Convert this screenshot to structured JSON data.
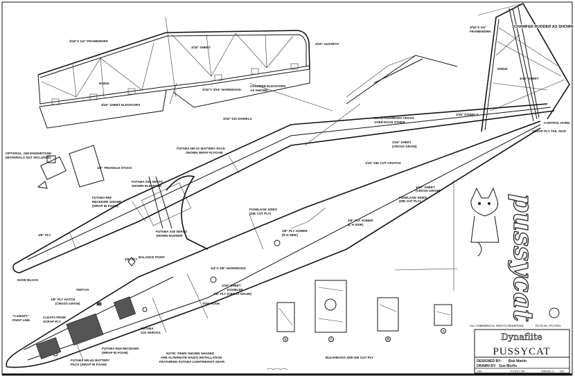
{
  "stabilizer": {
    "framework": "3/16\"X 1/4\" FRAMEWORK",
    "sheet": "3/16\" SHEET",
    "gussets": "3/16\" GUSSETS",
    "hinge": "HINGE",
    "hardwood": "3/16\"X 3/16\" HARDWOOD",
    "chamfer": "CHAMFER ELEVATORS",
    "chamfer2": "AS SHOWN",
    "elevators": "3/16\" SHEET ELEVATORS"
  },
  "fin": {
    "framework": "3/16\"X 1/4\"",
    "framework2": "FRAMEWORK",
    "chamfer": "CHAMFER RUDDER AS SHOWN",
    "hinge": "HINGE",
    "sheet": "3/16\" SHEET",
    "dowels": "1/16\" DOWELS",
    "control_horn": "CONTROL HORN",
    "tail_skid": "SCRAP PLY TAIL SKID"
  },
  "fuselage": {
    "dia_dowels": "3/16\" DIA DOWELS",
    "note_pushrods": "NOTE PUSHRODS CROSS",
    "note_pushrods2": "OVER EACH OTHER",
    "sheet_cross": "1/16\" SHEET",
    "cross_grain": "(CROSS GRAIN)",
    "die_cut_crutch": "1/16\" DIE CUT CRUTCH",
    "sheet_cross2": "1/16\" SHEET",
    "cross_grain2": "(CROSS GRAIN)",
    "sides_right": "FUSELAGE SIDES",
    "die_cut_ply": "(DIE CUT PLY)",
    "sides_mid": "FUSELAGE SIDES",
    "die_cut_ply2": "(DIE CUT PLY)",
    "ply_joiner_rh": "1/8\" PLY JOINER",
    "rh_side": "(L H SIDE)",
    "ply_joiner_lh": "1/8\" PLY JOINER",
    "lh_side": "(R H SIDE)",
    "engine_note": "OPTIONAL .049 ENGINE/TANK",
    "engine_note2": "(MATERIALS NOT INCLUDED)",
    "triangle": "1/4\" TRIANGLE STOCK",
    "battery_pack": "FUTABA NR-4C BATTERY PACK",
    "battery_pack2": "SHOWN WRAP IN FOAM",
    "servo_elev": "FUTABA S28 SERVO",
    "servo_elev2": "SHOWN ELEVATOR",
    "receiver": "FUTABA R5F",
    "receiver2": "RECEIVER SHOWN",
    "receiver3": "(WRAP IN FOAM)",
    "servo_rudder": "FUTABA S28 SERVO",
    "servo_rudder2": "SHOWN RUDDER",
    "ply_front": "1/8\" PLY",
    "nose_block": "NOSE BLOCK",
    "balance_point": "BALANCE POINT",
    "ply_lower": "1/8\" PLY",
    "hardwood": "1/4\"X 3/8\" HARDWOOD",
    "sheet_doubler": "1/16\" SHEET",
    "doubler": "DOUBLER",
    "ply_cross": "1/8\" PLY (CROSS GRAIN)",
    "tow_hook": "TOW HOOK",
    "switch": "SWITCH",
    "hatch": "1/8\" PLY HATCH",
    "hatch2": "(CROSS GRAIN)",
    "canopy": "\"CANOPY\"",
    "canopy2": "PAINT LINE",
    "cleats": "CLEATS FROM",
    "cleats2": "SCRAP PLY",
    "servos_s33": "FUTABA",
    "servos_s33b": "S33 SERVOS",
    "receiver_r4h": "FUTABA R4H RECEIVER",
    "receiver_r4h2": "(WRAP IN FOAM)",
    "battery_nr4g": "FUTABA NR-4G BATTERY",
    "battery_nr4g2": "PACK (WRAP IN FOAM)",
    "note1": "NOTE: ITEMS SHOWN SHADED",
    "note2": "ARE ALTERNATE RADIO INSTALLATION",
    "note3": "FEATURING FUTABA LIGHTWEIGHT GEAR"
  },
  "bulkheads": {
    "labels": [
      "D",
      "C",
      "B",
      "A"
    ],
    "note": "BULKHEADS ARE DIE CUT PLY"
  },
  "logo_text": "pussycat",
  "title_block": {
    "rights": "ALL COMMERCIAL RIGHTS RESERVED",
    "plan_no": "PLAN No. PCAT/91",
    "brand": "Dynaflite",
    "title": "PUSSYCAT",
    "designed_label": "DESIGNED BY:",
    "designed_by": "Bob Martin",
    "drawn_label": "DRAWN BY:",
    "drawn_by": "Gus Morfis",
    "year": "1991",
    "address": "PO BOX 788",
    "city": "URBANA, IL",
    "date": "3/91"
  }
}
